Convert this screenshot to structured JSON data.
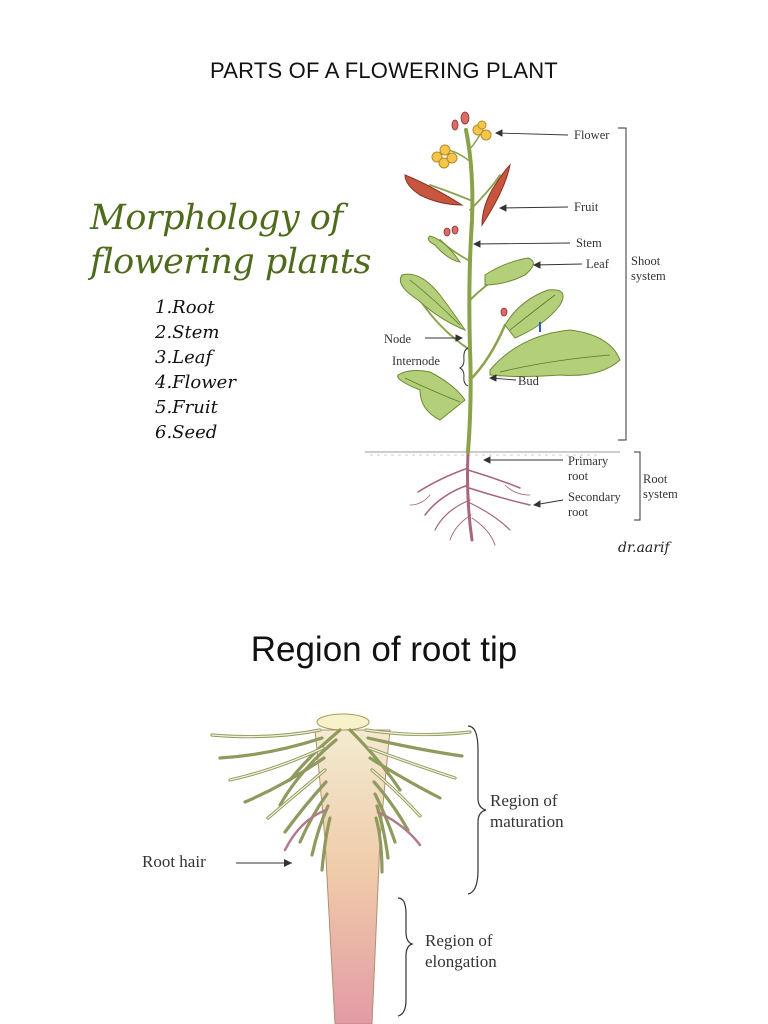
{
  "slide1": {
    "title": "PARTS OF A FLOWERING PLANT",
    "heading_line1": "Morphology of",
    "heading_line2": "flowering plants",
    "parts": [
      "1.Root",
      "2.Stem",
      "3.Leaf",
      "4.Flower",
      "5.Fruit",
      "6.Seed"
    ],
    "signature": "dr.aarif",
    "labels": {
      "flower": "Flower",
      "fruit": "Fruit",
      "stem": "Stem",
      "leaf": "Leaf",
      "shoot_system_1": "Shoot",
      "shoot_system_2": "system",
      "node": "Node",
      "internode": "Internode",
      "bud": "Bud",
      "primary_root_1": "Primary",
      "primary_root_2": "root",
      "secondary_root_1": "Secondary",
      "secondary_root_2": "root",
      "root_system_1": "Root",
      "root_system_2": "system"
    }
  },
  "slide2": {
    "title": "Region of root tip",
    "labels": {
      "root_hair": "Root hair",
      "maturation_1": "Region of",
      "maturation_2": "maturation",
      "elongation_1": "Region of",
      "elongation_2": "elongation"
    }
  }
}
